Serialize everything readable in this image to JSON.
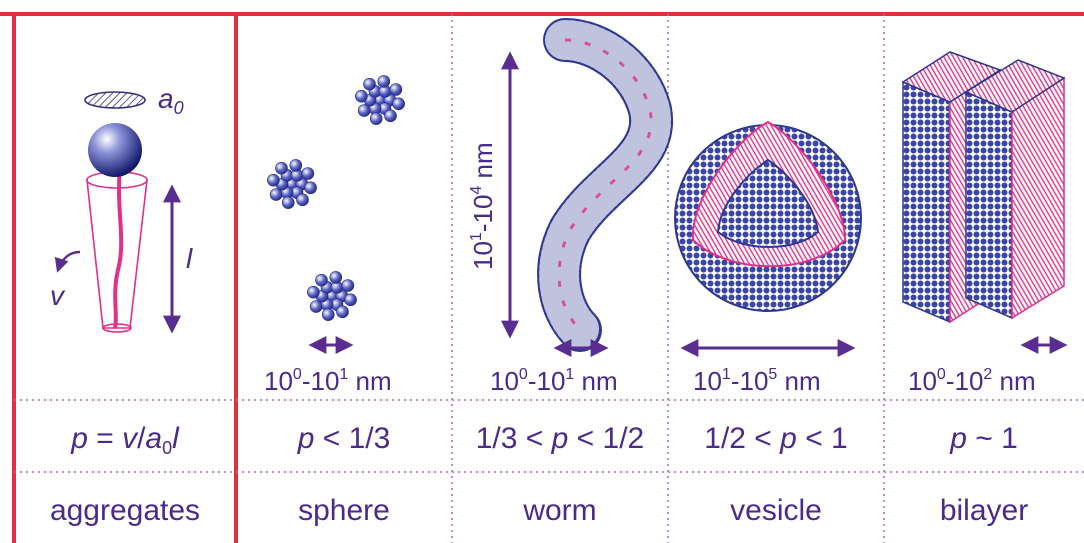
{
  "labels": {
    "a0": "a",
    "a0_sub": "0",
    "l": "l",
    "v": "v"
  },
  "columns": [
    {
      "id": "aggregates",
      "name": "aggregates",
      "formula": {
        "p": "p",
        "eq": " = ",
        "v": "v",
        "slash": "/",
        "a": "a",
        "sub": "0",
        "l": "l"
      }
    },
    {
      "id": "sphere",
      "name": "sphere",
      "size": {
        "base1": "10",
        "exp1": "0",
        "dash": "-",
        "base2": "10",
        "exp2": "1",
        "unit": " nm"
      },
      "condition": {
        "pre": "",
        "p": "p",
        "post": " < 1/3"
      }
    },
    {
      "id": "worm",
      "name": "worm",
      "size": {
        "base1": "10",
        "exp1": "0",
        "dash": "-",
        "base2": "10",
        "exp2": "1",
        "unit": " nm"
      },
      "length": {
        "base1": "10",
        "exp1": "1",
        "dash": "-",
        "base2": "10",
        "exp2": "4",
        "unit": " nm"
      },
      "condition": {
        "pre": "1/3 < ",
        "p": "p",
        "post": " < 1/2"
      }
    },
    {
      "id": "vesicle",
      "name": "vesicle",
      "size": {
        "base1": "10",
        "exp1": "1",
        "dash": "-",
        "base2": "10",
        "exp2": "5",
        "unit": " nm"
      },
      "condition": {
        "pre": "1/2 < ",
        "p": "p",
        "post": " < 1"
      }
    },
    {
      "id": "bilayer",
      "name": "bilayer",
      "size": {
        "base1": "10",
        "exp1": "0",
        "dash": "-",
        "base2": "10",
        "exp2": "2",
        "unit": " nm"
      },
      "condition": {
        "pre": "",
        "p": "p",
        "post": " ~ 1"
      }
    }
  ],
  "colors": {
    "frame": "#e03040",
    "text": "#4a2a8c",
    "head": "#3a46a6",
    "tail": "#e0308a",
    "arrow": "#5a2d91",
    "divider": "#b070b0"
  }
}
